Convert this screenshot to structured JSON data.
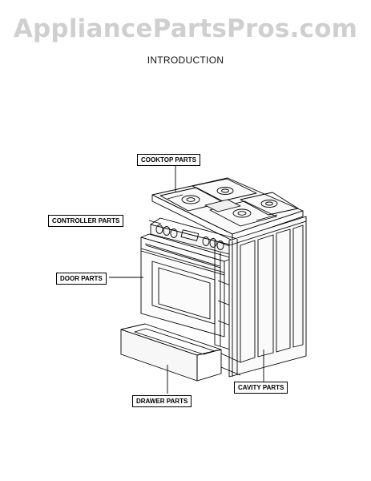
{
  "watermark": "AppliancePartsPros.com",
  "heading": "INTRODUCTION",
  "labels": {
    "cooktop": "COOKTOP PARTS",
    "controller": "CONTROLLER PARTS",
    "door": "DOOR PARTS",
    "cavity": "CAVITY PARTS",
    "drawer": "DRAWER PARTS"
  }
}
